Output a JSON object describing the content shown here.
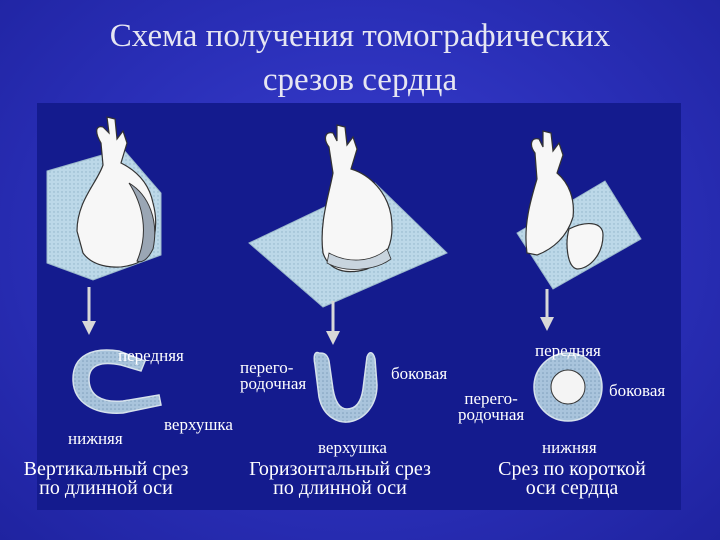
{
  "title": {
    "line1": "Схема получения томографических",
    "line2": "срезов сердца"
  },
  "labels": {
    "vertical_anterior": "передняя",
    "vertical_inferior": "нижняя",
    "vertical_apex": "верхушка",
    "septal_line1": "перего-",
    "septal_line2": "родочная",
    "horizontal_lateral": "боковая",
    "horizontal_apex": "верхушка",
    "short_anterior": "передняя",
    "short_septal_line1": "перего-",
    "short_septal_line2": "родочная",
    "short_lateral": "боковая",
    "short_inferior": "нижняя"
  },
  "captions": {
    "vertical_line1": "Вертикальный срез",
    "vertical_line2": "по длинной оси",
    "horizontal_line1": "Горизонтальный срез",
    "horizontal_line2": "по длинной оси",
    "short_line1": "Срез по короткой",
    "short_line2": "оси сердца"
  },
  "colors": {
    "background": "#2a2fb8",
    "panel": "#141b8e",
    "plane": "#bcd8e8",
    "heart": "#f7f7f7",
    "slice": "#a9c4dc",
    "arrow": "#d8d8d8"
  }
}
